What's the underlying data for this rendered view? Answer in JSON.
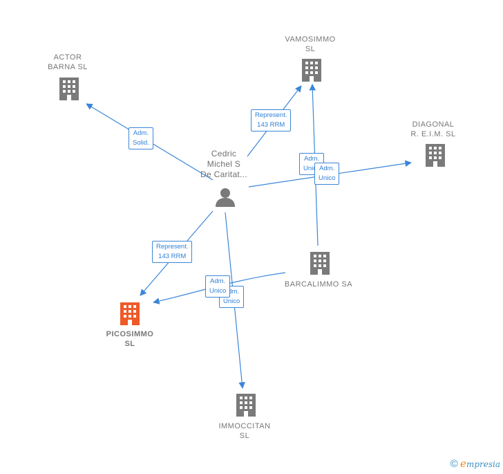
{
  "colors": {
    "edge": "#3a86d8",
    "node": "#7a7a7a",
    "focus": "#f05a28",
    "label_text": "#777777",
    "badge_text": "#2f7fd6"
  },
  "person": {
    "name": "Cedric\nMichel S\nDe Caritat...",
    "icon": "person-icon"
  },
  "companies": {
    "actor_barna": "ACTOR\nBARNA  SL",
    "vamosimmo": "VAMOSIMMO\nSL",
    "diagonal": "DIAGONAL\nR. E.I.M.  SL",
    "barcalimmo": "BARCALIMMO SA",
    "picosimmo": "PICOSIMMO\nSL",
    "immoccitan": "IMMOCCITAN\nSL"
  },
  "edge_labels": {
    "adm_solid": "Adm.\nSolid.",
    "represent_vamosimmo": "Represent.\n143 RRM",
    "adm_unico_a": "Adm.\nUnico",
    "adm_unico_b": "Adm.\nUnico",
    "represent_picosimmo": "Represent.\n143 RRM",
    "adm_unico_c": "Adm.\nUnico",
    "adm_unico_d": "Adm.\nUnico"
  },
  "footer": {
    "copyright": "©",
    "brand_initial": "e",
    "brand_rest": "mpresia"
  }
}
